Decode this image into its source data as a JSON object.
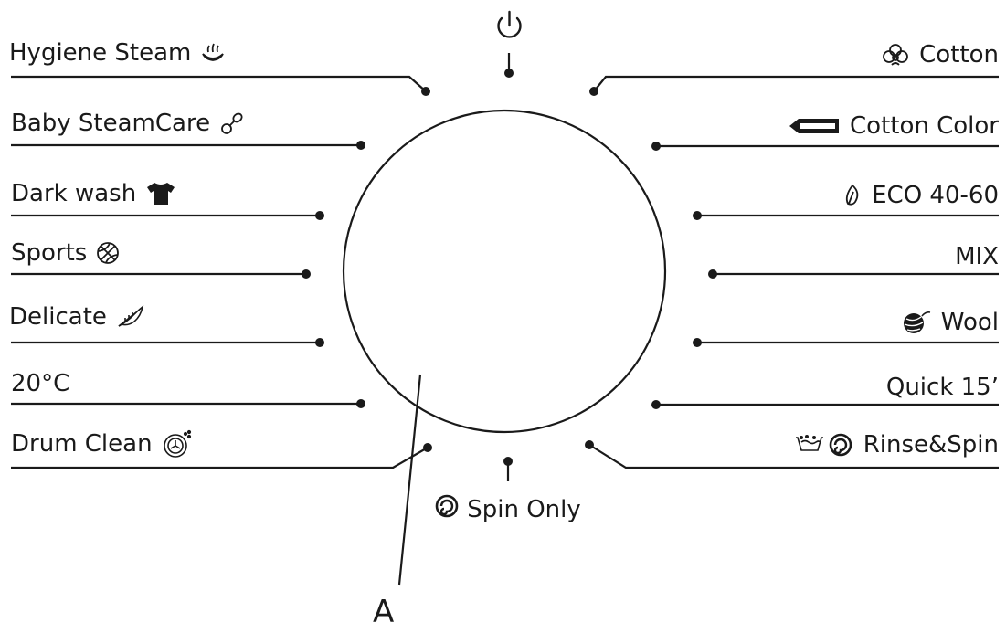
{
  "power_icon": "power-icon",
  "left_programs": [
    {
      "label": "Hygiene Steam",
      "icon": "steam-hand-icon"
    },
    {
      "label": "Baby SteamCare",
      "icon": "baby-pacifier-icon"
    },
    {
      "label": "Dark wash",
      "icon": "dark-shirt-icon"
    },
    {
      "label": "Sports",
      "icon": "sports-ball-icon"
    },
    {
      "label": "Delicate",
      "icon": "feather-leaf-icon"
    },
    {
      "label": "20°C",
      "icon": ""
    },
    {
      "label": "Drum Clean",
      "icon": "drum-clean-icon"
    }
  ],
  "right_programs": [
    {
      "label": "Cotton",
      "icon": "cotton-flower-icon"
    },
    {
      "label": "Cotton Color",
      "icon": "color-tag-icon"
    },
    {
      "label": "ECO 40-60",
      "icon": "eco-leaf-icon"
    },
    {
      "label": "MIX",
      "icon": ""
    },
    {
      "label": "Wool",
      "icon": "wool-ball-icon"
    },
    {
      "label": "Quick 15’",
      "icon": ""
    },
    {
      "label": "Rinse&Spin",
      "icon": "rinse-spin-icon"
    }
  ],
  "bottom_program": {
    "label": "Spin Only",
    "icon": "spin-icon"
  },
  "callout": "A"
}
